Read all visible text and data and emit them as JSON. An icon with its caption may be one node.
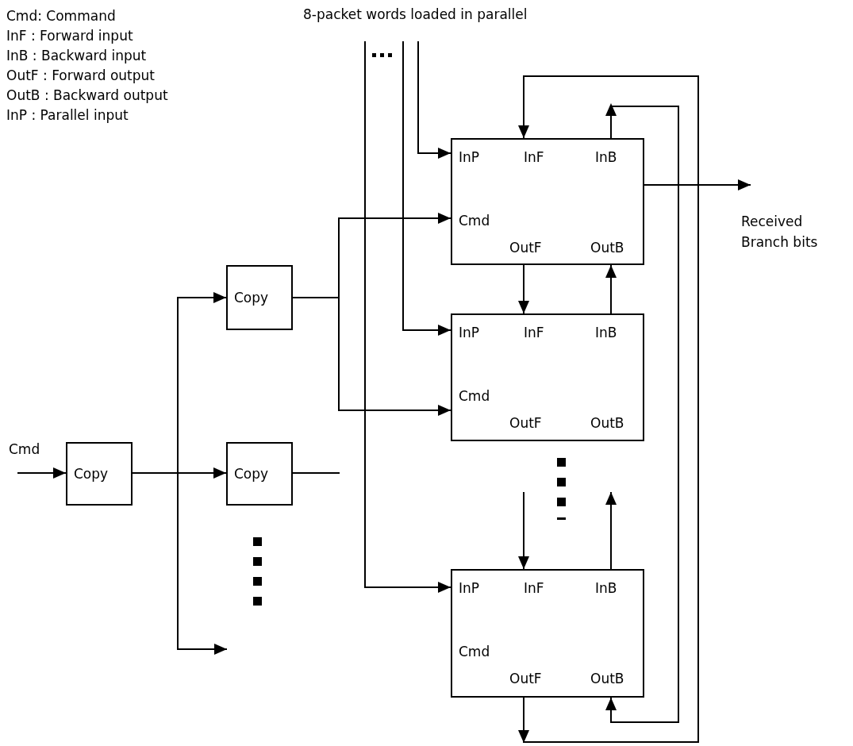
{
  "diagram": {
    "nodes": [
      {
        "text": [
          "8-packet words loaded in parallel"
        ]
      },
      {
        "text": [
          "Copy"
        ]
      },
      {
        "text": [
          "Copy"
        ]
      },
      {
        "text": [
          "Copy"
        ]
      },
      {
        "text": [
          "InP",
          "InF",
          "InB",
          "Cmd",
          "OutF",
          "OutB"
        ]
      },
      {
        "text": [
          "InP",
          "InF",
          "InB",
          "Cmd",
          "OutF",
          "OutB"
        ]
      },
      {
        "text": [
          "InP",
          "InF",
          "InB",
          "Cmd",
          "OutF",
          "OutB"
        ]
      },
      {
        "text": [
          "Received Branch bits"
        ]
      }
    ],
    "edges": [
      {
        "from": null,
        "to": 1,
        "arrow": "to",
        "label": "Cmd"
      },
      {
        "from": 1,
        "to": 2,
        "arrow": "to"
      },
      {
        "from": 1,
        "to": 3,
        "arrow": "to"
      },
      {
        "from": 1,
        "to": null,
        "arrow": "to"
      },
      {
        "from": 2,
        "to": 4,
        "arrow": "to"
      },
      {
        "from": 2,
        "to": 5,
        "arrow": "to"
      },
      {
        "from": 3,
        "to": null,
        "arrow": "none"
      },
      {
        "from": 0,
        "to": 4,
        "arrow": "to"
      },
      {
        "from": 0,
        "to": 5,
        "arrow": "to"
      },
      {
        "from": 0,
        "to": 6,
        "arrow": "to"
      },
      {
        "from": 4,
        "to": 7,
        "arrow": "to"
      },
      {
        "from": 4,
        "to": 5,
        "arrow": "to"
      },
      {
        "from": 5,
        "to": 4,
        "arrow": "to"
      },
      {
        "from": null,
        "to": 6,
        "arrow": "to"
      },
      {
        "from": 6,
        "to": null,
        "arrow": "to"
      },
      {
        "from": 6,
        "to": 4,
        "arrow": "to"
      },
      {
        "from": 4,
        "to": 6,
        "arrow": "to"
      }
    ],
    "labels": [
      "Cmd: Command",
      "InF : Forward input",
      "InB : Backward input",
      "OutF : Forward output",
      "OutB : Backward output",
      "InP : Parallel input"
    ]
  }
}
